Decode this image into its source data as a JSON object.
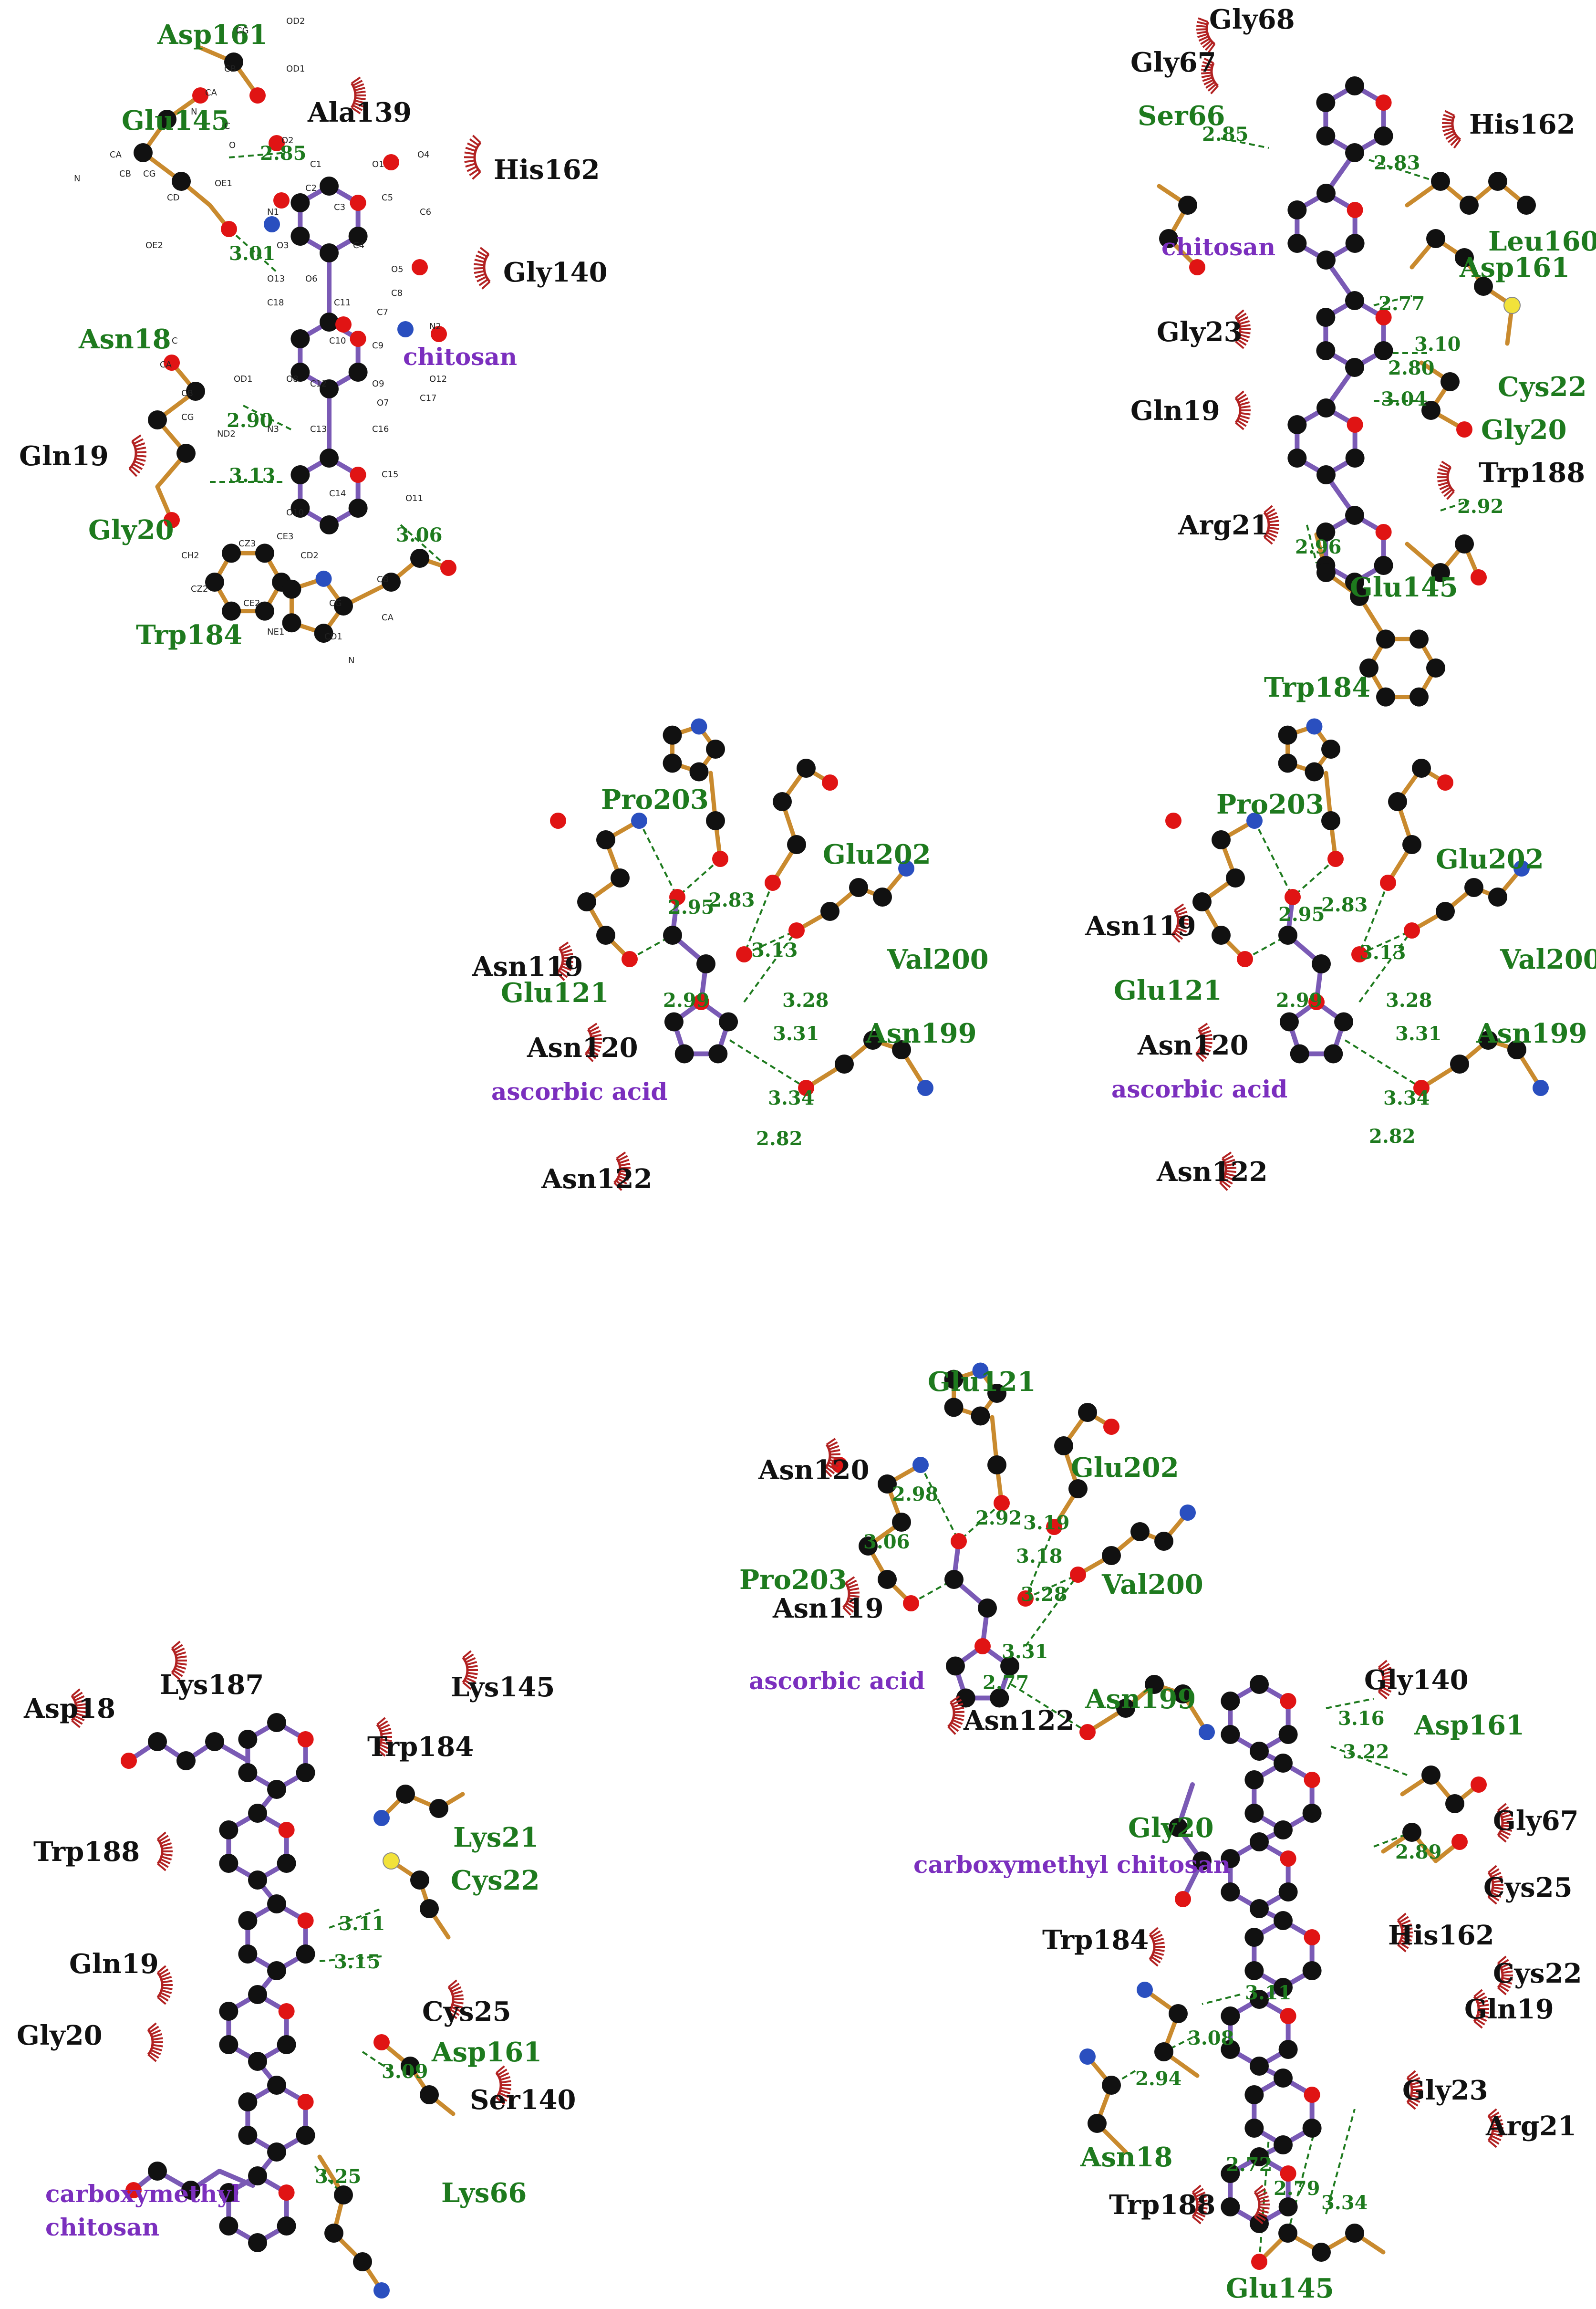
{
  "colors": {
    "hbond_residue": "#1e7a1e",
    "hydrophobic_residue": "#111111",
    "ligand_label": "#7b2fbe",
    "carbon": "#111111",
    "oxygen": "#e01414",
    "nitrogen": "#2a4fbf",
    "sulfur": "#f2e23a",
    "hydrophobic_arc": "#b22222"
  },
  "panels": [
    {
      "id": "p1",
      "ligand": "chitosan",
      "hbond_residues": [
        "Asp161",
        "Glu145",
        "Asn18",
        "Gly20",
        "Trp184"
      ],
      "hydrophobic_residues": [
        "Ala139",
        "His162",
        "Gly140",
        "Gln19"
      ],
      "distances": [
        "2.85",
        "3.01",
        "2.90",
        "3.13",
        "3.06"
      ],
      "atom_labels": [
        "CG",
        "OD2",
        "OD1",
        "CB",
        "CA",
        "N",
        "C",
        "O",
        "O2",
        "C1",
        "O1",
        "O4",
        "C2",
        "N1",
        "C3",
        "C5",
        "C6",
        "OE1",
        "CD",
        "OE2",
        "CG",
        "CB",
        "CA",
        "N",
        "O3",
        "C4",
        "O5",
        "O13",
        "O6",
        "C8",
        "C18",
        "C11",
        "C7",
        "N2",
        "C10",
        "C9",
        "O8",
        "C12",
        "O9",
        "O7",
        "C17",
        "O12",
        "OD1",
        "C",
        "CA",
        "CB",
        "CG",
        "ND2",
        "N3",
        "C13",
        "C16",
        "C15",
        "C14",
        "O10",
        "O11",
        "CZ3",
        "CE3",
        "CH2",
        "CD2",
        "CZ2",
        "CE2",
        "CG",
        "CB",
        "NE1",
        "CD1",
        "CA",
        "N"
      ]
    },
    {
      "id": "p2",
      "ligand": "chitosan",
      "hbond_residues": [
        "Ser66",
        "Leu160",
        "Asp161",
        "Cys22",
        "Gly20",
        "Glu145",
        "Trp184"
      ],
      "hydrophobic_residues": [
        "Gly68",
        "Gly67",
        "His162",
        "Gly23",
        "Gln19",
        "Trp188",
        "Arg21"
      ],
      "distances": [
        "2.85",
        "2.83",
        "2.77",
        "3.10",
        "2.80",
        "3.04",
        "2.92",
        "2.96"
      ]
    },
    {
      "id": "p3",
      "ligand": "ascorbic acid",
      "hbond_residues": [
        "Pro203",
        "Glu202",
        "Val200",
        "Glu121",
        "Asn199"
      ],
      "hydrophobic_residues": [
        "Asn119",
        "Asn120",
        "Asn122"
      ],
      "distances": [
        "2.95",
        "2.83",
        "3.13",
        "2.99",
        "3.28",
        "3.31",
        "3.34",
        "2.82"
      ]
    },
    {
      "id": "p4",
      "ligand": "ascorbic acid",
      "hbond_residues": [
        "Pro203",
        "Glu202",
        "Val200",
        "Glu121",
        "Asn199"
      ],
      "hydrophobic_residues": [
        "Asn119",
        "Asn120",
        "Asn122"
      ],
      "distances": [
        "2.95",
        "2.83",
        "3.13",
        "2.99",
        "3.28",
        "3.31",
        "3.34",
        "2.82"
      ]
    },
    {
      "id": "p5",
      "ligand_lines": [
        "carboxymethyl",
        "chitosan"
      ],
      "hbond_residues": [
        "Lys21",
        "Cys22",
        "Asp161",
        "Lys66"
      ],
      "hydrophobic_residues": [
        "Asp18",
        "Lys187",
        "Lys145",
        "Trp184",
        "Trp188",
        "Gln19",
        "Gly20",
        "Cys25",
        "Ser140"
      ],
      "distances": [
        "3.11",
        "3.15",
        "3.09",
        "3.25"
      ]
    },
    {
      "id": "p6",
      "ligand": "ascorbic acid",
      "hbond_residues": [
        "Glu121",
        "Glu202",
        "Pro203",
        "Val200",
        "Asn199"
      ],
      "hydrophobic_residues": [
        "Asn120",
        "Asn119",
        "Asn122"
      ],
      "distances": [
        "2.98",
        "2.92",
        "3.19",
        "3.06",
        "3.18",
        "3.28",
        "3.31",
        "2.77"
      ]
    },
    {
      "id": "p7",
      "ligand": "carboxymethyl chitosan",
      "hbond_residues": [
        "Asp161",
        "Gly20",
        "Asn18",
        "Glu145"
      ],
      "hydrophobic_residues": [
        "Gly140",
        "Gly67",
        "Cys25",
        "Trp184",
        "His162",
        "Cys22",
        "Gln19",
        "Gly23",
        "Arg21",
        "Trp188"
      ],
      "distances": [
        "3.16",
        "3.22",
        "2.89",
        "3.11",
        "3.08",
        "2.94",
        "2.72",
        "2.79",
        "3.34"
      ]
    }
  ]
}
